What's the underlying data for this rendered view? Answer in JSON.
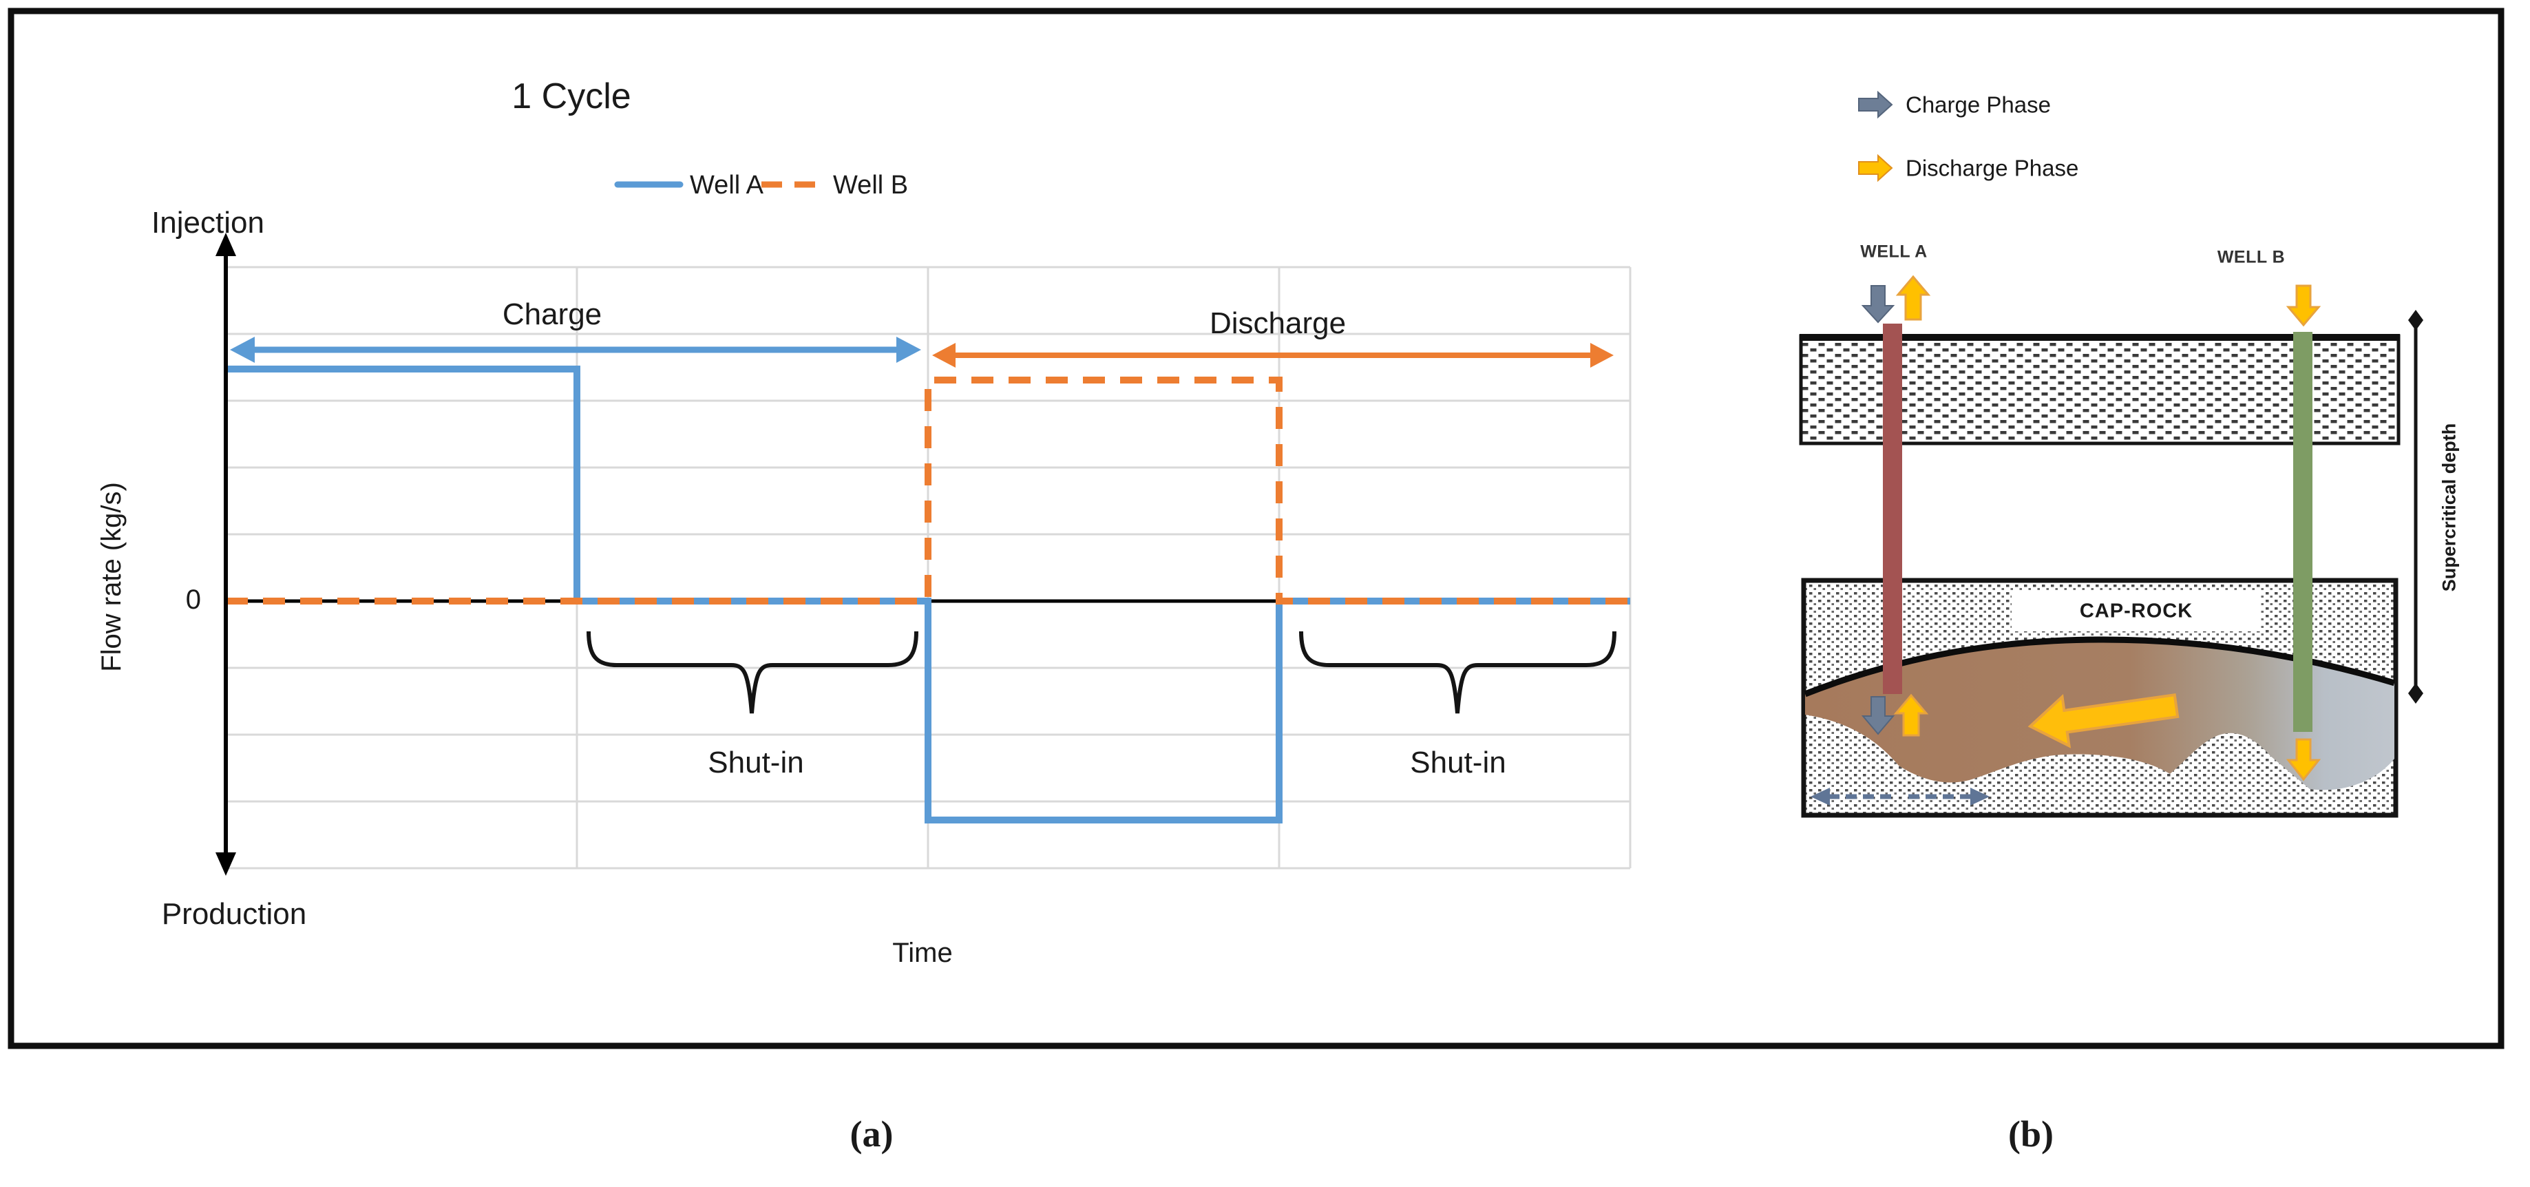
{
  "figure": {
    "caption_a": "(a)",
    "caption_b": "(b)"
  },
  "panel_a": {
    "title": "1 Cycle",
    "legend": {
      "well_a": "Well A",
      "well_b": "Well B"
    },
    "y_axis": {
      "top": "Injection",
      "label": "Flow rate (kg/s)",
      "zero": "0",
      "bottom": "Production"
    },
    "x_axis": {
      "label": "Time"
    },
    "phases": {
      "charge": "Charge",
      "discharge": "Discharge",
      "shut_in_first": "Shut-in",
      "shut_in_second": "Shut-in"
    }
  },
  "panel_b": {
    "legend": {
      "charge": "Charge Phase",
      "discharge": "Discharge Phase"
    },
    "well_a": "WELL A",
    "well_b": "WELL B",
    "cap_rock": "CAP-ROCK",
    "depth_label": "Supercritical depth"
  },
  "chart_data": {
    "type": "line",
    "subtype": "step",
    "title": "1 Cycle",
    "xlabel": "Time",
    "ylabel": "Flow rate (kg/s)",
    "x_unit": "fraction of one cycle",
    "zero_tick": "0",
    "y_direction_labels": {
      "positive": "Injection",
      "negative": "Production"
    },
    "grid": true,
    "legend_position": "top",
    "series": [
      {
        "name": "Well A",
        "color": "#5B9BD5",
        "style": "solid",
        "steps": [
          {
            "x": [
              0,
              0.25
            ],
            "y": 3.5
          },
          {
            "x": [
              0.25,
              0.5
            ],
            "y": 0
          },
          {
            "x": [
              0.5,
              0.75
            ],
            "y": -3.3
          },
          {
            "x": [
              0.75,
              1
            ],
            "y": 0
          }
        ]
      },
      {
        "name": "Well B",
        "color": "#ED7D31",
        "style": "dashed",
        "steps": [
          {
            "x": [
              0,
              0.5
            ],
            "y": 0
          },
          {
            "x": [
              0.5,
              0.75
            ],
            "y": 3.3
          },
          {
            "x": [
              0.75,
              1
            ],
            "y": 0
          }
        ]
      }
    ],
    "annotations": [
      {
        "label": "Charge",
        "x": [
          0,
          0.5
        ],
        "color": "#5B9BD5",
        "kind": "double-arrow"
      },
      {
        "label": "Discharge",
        "x": [
          0.5,
          1
        ],
        "color": "#ED7D31",
        "kind": "double-arrow"
      },
      {
        "label": "Shut-in",
        "x": [
          0.25,
          0.5
        ],
        "kind": "brace-below-zero"
      },
      {
        "label": "Shut-in",
        "x": [
          0.75,
          1
        ],
        "kind": "brace-below-zero"
      }
    ]
  },
  "colors": {
    "well_a_line": "#5B9BD5",
    "well_b_line": "#ED7D31",
    "gridline": "#D9D9D9",
    "axis": "#000000",
    "charge_phase_arrow": "#6D7E96",
    "discharge_phase_arrow": "#FFC000",
    "well_a_column": "#A35352",
    "well_b_column": "#7E9C64",
    "reservoir_warm": "#A97C5E",
    "reservoir_cool": "#BDC3CB"
  }
}
